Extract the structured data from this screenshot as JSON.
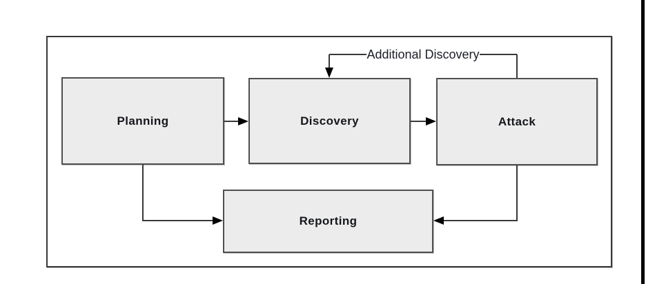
{
  "diagram": {
    "nodes": {
      "planning": {
        "label": "Planning"
      },
      "discovery": {
        "label": "Discovery"
      },
      "attack": {
        "label": "Attack"
      },
      "reporting": {
        "label": "Reporting"
      }
    },
    "edges": [
      {
        "from": "Planning",
        "to": "Discovery",
        "label": ""
      },
      {
        "from": "Discovery",
        "to": "Attack",
        "label": ""
      },
      {
        "from": "Attack",
        "to": "Discovery",
        "label": "Additional Discovery"
      },
      {
        "from": "Planning",
        "to": "Reporting",
        "label": ""
      },
      {
        "from": "Attack",
        "to": "Reporting",
        "label": ""
      }
    ],
    "colors": {
      "node_fill": "#ececec",
      "node_border": "#4e4e4e",
      "connector_line": "#383838",
      "arrowhead": "#000000",
      "frame_border": "#383838",
      "page_edge_bar": "#000000",
      "node_label_text": "#15171c",
      "edge_label_text": "#1c1f26",
      "background": "#ffffff"
    }
  }
}
